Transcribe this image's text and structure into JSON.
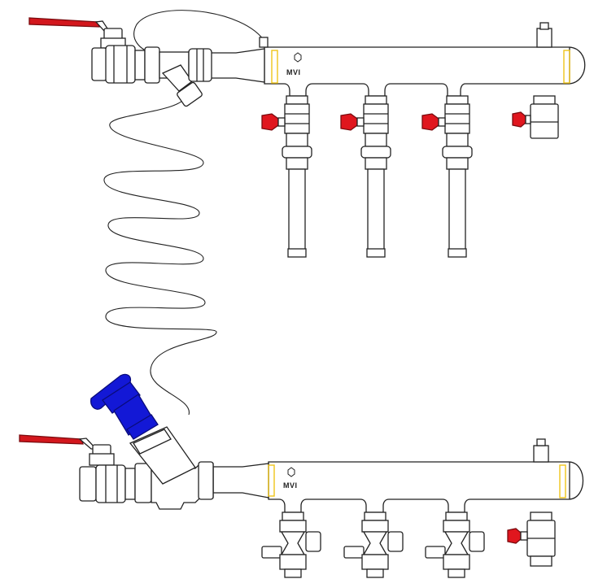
{
  "colors": {
    "handle_red": "#d3171d",
    "cap_red": "#e0161e",
    "balancing_knob_blue": "#1318d6",
    "marker_yellow": "#f0c419",
    "line": "#222222",
    "fill": "#ffffff"
  },
  "manifold_top": {
    "brand_text": "MVI",
    "outlet_count": 4
  },
  "manifold_bottom": {
    "brand_text": "MVI",
    "outlet_count": 4
  }
}
